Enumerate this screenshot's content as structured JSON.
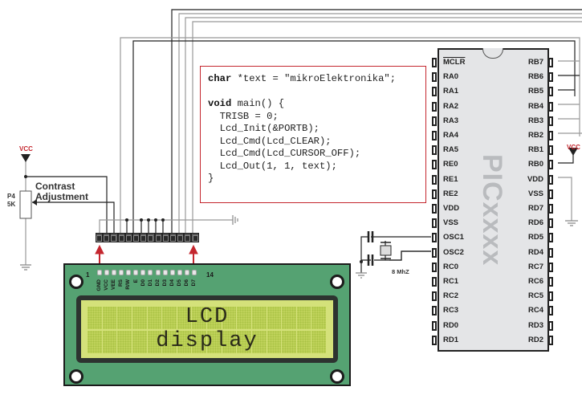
{
  "code": {
    "lines": [
      {
        "kw": "char",
        "rest": " *text = \"mikroElektronika\";"
      },
      {
        "kw": "",
        "rest": ""
      },
      {
        "kw": "void",
        "rest": " main() {"
      },
      {
        "kw": "",
        "rest": "  TRISB = 0;"
      },
      {
        "kw": "",
        "rest": "  Lcd_Init(&PORTB);"
      },
      {
        "kw": "",
        "rest": "  Lcd_Cmd(Lcd_CLEAR);"
      },
      {
        "kw": "",
        "rest": "  Lcd_Cmd(Lcd_CURSOR_OFF);"
      },
      {
        "kw": "",
        "rest": "  Lcd_Out(1, 1, text);"
      },
      {
        "kw": "",
        "rest": "}"
      }
    ]
  },
  "mcu": {
    "name": "PICxxxx",
    "left_pins": [
      "MCLR",
      "RA0",
      "RA1",
      "RA2",
      "RA3",
      "RA4",
      "RA5",
      "RE0",
      "RE1",
      "RE2",
      "VDD",
      "VSS",
      "OSC1",
      "OSC2",
      "RC0",
      "RC1",
      "RC2",
      "RC3",
      "RD0",
      "RD1"
    ],
    "right_pins": [
      "RB7",
      "RB6",
      "RB5",
      "RB4",
      "RB3",
      "RB2",
      "RB1",
      "RB0",
      "VDD",
      "VSS",
      "RD7",
      "RD6",
      "RD5",
      "RD4",
      "RC7",
      "RC6",
      "RC5",
      "RC4",
      "RD3",
      "RD2"
    ]
  },
  "power": {
    "vcc_left": "VCC",
    "vcc_right": "VCC"
  },
  "potentiometer": {
    "ref": "P4",
    "value": "5K",
    "label_line1": "Contrast",
    "label_line2": "Adjustment"
  },
  "crystal": {
    "frequency": "8 MhZ"
  },
  "lcd": {
    "pin_first": "1",
    "pin_last": "14",
    "pin_names": [
      "GND",
      "VCC",
      "VEE",
      "RS",
      "R/W",
      "E",
      "D0",
      "D1",
      "D2",
      "D3",
      "D4",
      "D5",
      "D6",
      "D7"
    ],
    "line1": "LCD",
    "line2": "display",
    "columns": 16
  },
  "colors": {
    "accent_red": "#c4262e",
    "lcd_board": "#55a272",
    "lcd_screen": "#d4e17a",
    "chip_body": "#e4e5e7"
  }
}
